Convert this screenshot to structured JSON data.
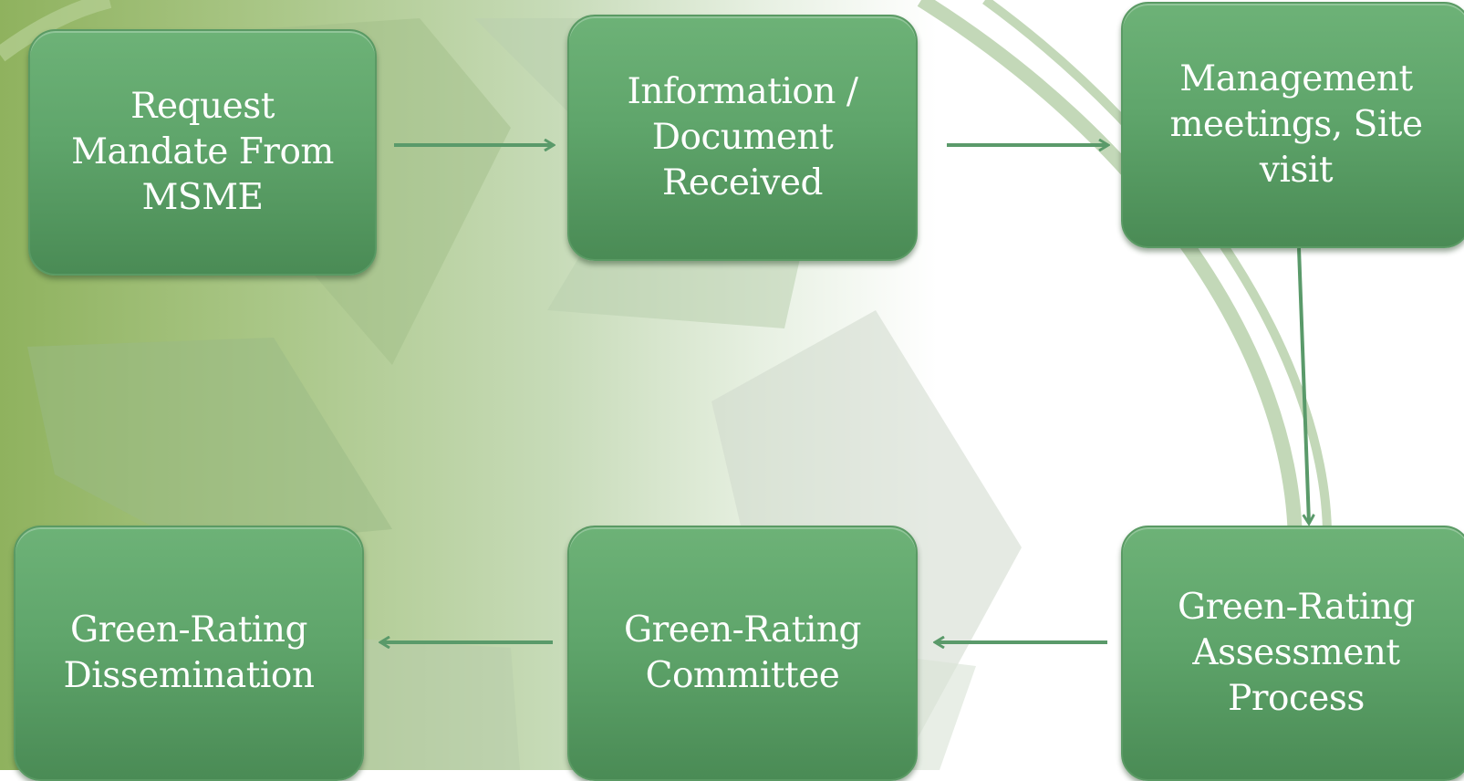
{
  "diagram": {
    "steps": [
      {
        "id": "request",
        "label": "Request\nMandate From\nMSME"
      },
      {
        "id": "information",
        "label": "Information /\nDocument\nReceived"
      },
      {
        "id": "management",
        "label": "Management\nmeetings, Site\nvisit"
      },
      {
        "id": "assessment",
        "label": "Green-Rating\nAssessment\nProcess"
      },
      {
        "id": "committee",
        "label": "Green-Rating\nCommittee"
      },
      {
        "id": "dissemination",
        "label": "Green-Rating\nDissemination"
      }
    ],
    "flow": [
      "request",
      "information",
      "management",
      "assessment",
      "committee",
      "dissemination"
    ],
    "colors": {
      "box": "#5fa56b",
      "arrow": "#5a9a6a",
      "text": "#ffffff"
    }
  }
}
